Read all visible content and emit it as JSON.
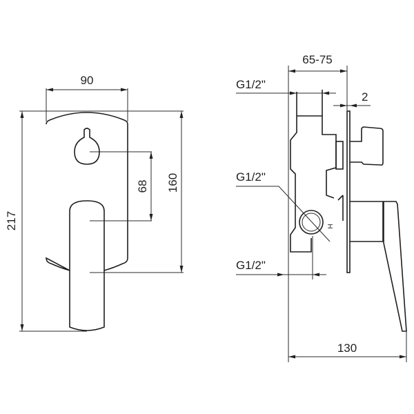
{
  "front_view": {
    "width_label": "90",
    "total_height_label": "217",
    "plate_height_label": "160",
    "axis_distance_label": "68"
  },
  "side_view": {
    "depth_label": "65-75",
    "thread_top_label": "G1/2\"",
    "thread_middle_label": "G1/2\"",
    "thread_bottom_label": "G1/2\"",
    "plate_thickness_label": "2",
    "total_depth_label": "130",
    "marker_label": "H"
  },
  "colors": {
    "line": "#222222",
    "background": "#ffffff"
  }
}
